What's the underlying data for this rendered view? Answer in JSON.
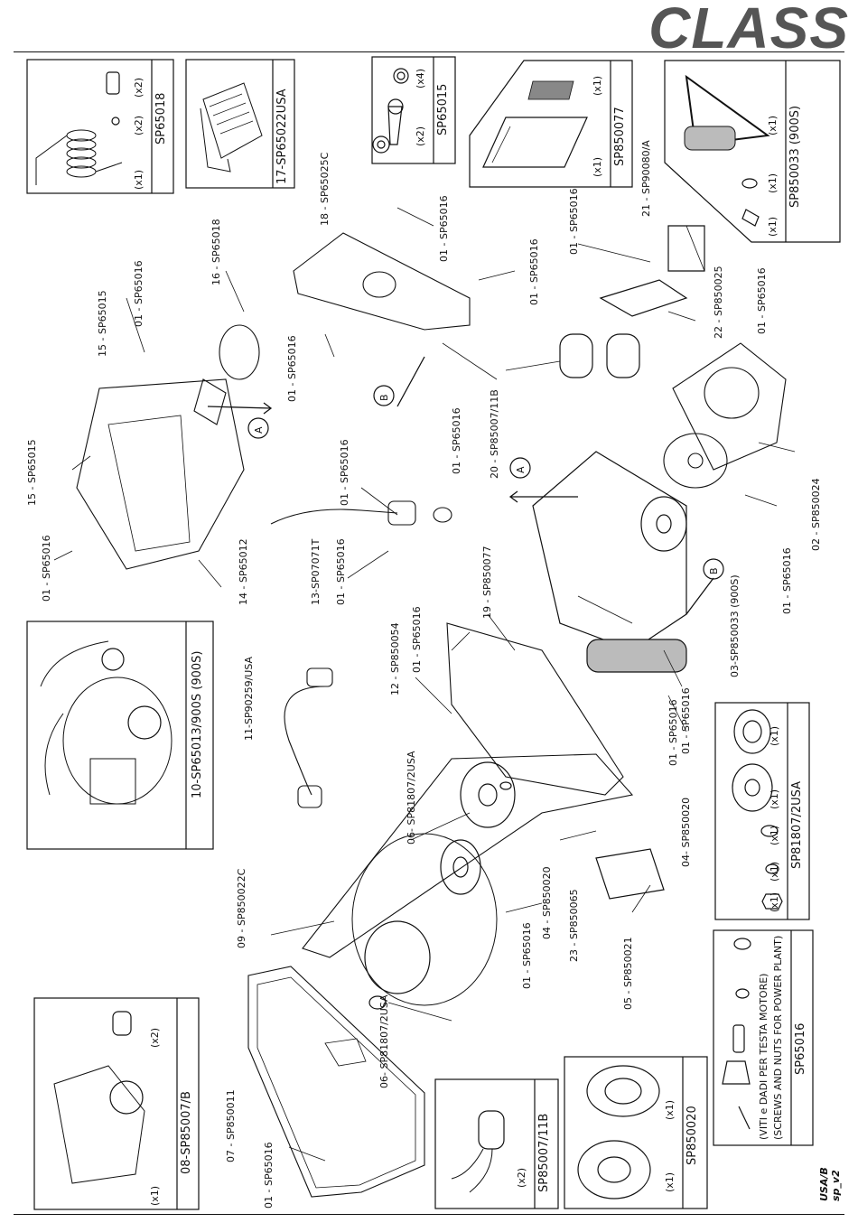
{
  "header": {
    "brand": "CLASS"
  },
  "footer": {
    "doc_code": "USA/B sp_v2"
  },
  "boxes": {
    "sp65018": {
      "code": "SP65018",
      "qty": [
        "(x1)",
        "(x2)",
        "(x2)"
      ]
    },
    "manual": {
      "code": "17-SP65022USA"
    },
    "sp65015": {
      "code": "SP65015",
      "qty": [
        "(x2)",
        "(x4)"
      ]
    },
    "sp850077": {
      "code": "SP850077",
      "qty": [
        "(x1)",
        "(x1)"
      ]
    },
    "sp850033": {
      "code": "SP850033 (900S)",
      "qty": [
        "(x1)",
        "(x1)",
        "(x1)"
      ]
    },
    "assembly_10": {
      "code": "10-SP65013/900S (900S)"
    },
    "sp81807": {
      "code": "SP81807/2USA",
      "qty": [
        "(x1)",
        "(x1)",
        "(x1)",
        "(x1)",
        "(x1)"
      ]
    },
    "sp65016": {
      "code": "SP65016",
      "note_it": "(VITI e DADI PER TESTA MOTORE)",
      "note_en": "(SCREWS AND NUTS FOR POWER PLANT)"
    },
    "assembly_08": {
      "code": "08-SP85007/B",
      "qty": [
        "(x1)",
        "(x2)"
      ]
    },
    "sp85007_11b": {
      "code": "SP85007/11B",
      "qty": [
        "(x2)"
      ]
    },
    "sp850020": {
      "code": "SP850020",
      "qty": [
        "(x1)",
        "(x1)"
      ]
    }
  },
  "callouts": [
    "15 - SP65015",
    "01 - SP65016",
    "15 - SP65015",
    "01 - SP65016",
    "16 - SP65018",
    "14 - SP65012",
    "01 - SP65016",
    "18 - SP65025C",
    "01 - SP65016",
    "01 - SP65016",
    "01 - SP65016",
    "01 - SP65016",
    "13-SP07071T",
    "01 - SP65016",
    "01 - SP65016",
    "20 - SP85007/11B",
    "01 - SP65016",
    "21 - SP90080/A",
    "22 - SP850025",
    "01 - SP65016",
    "02 - SP850024",
    "01 - SP65016",
    "03-SP850033 (900S)",
    "19 - SP850077",
    "01 - SP65016",
    "12 - SP850054",
    "11-SP90259/USA",
    "01 - SP65016",
    "04- SP850020",
    "06- SP81807/2USA",
    "04 - SP850020",
    "23 - SP850065",
    "01 - SP65016",
    "05 - SP850021",
    "09 - SP850022C",
    "06- SP81807/2USA",
    "07 - SP850011",
    "01 - SP65016"
  ],
  "markers": [
    "A",
    "A",
    "B",
    "B"
  ]
}
